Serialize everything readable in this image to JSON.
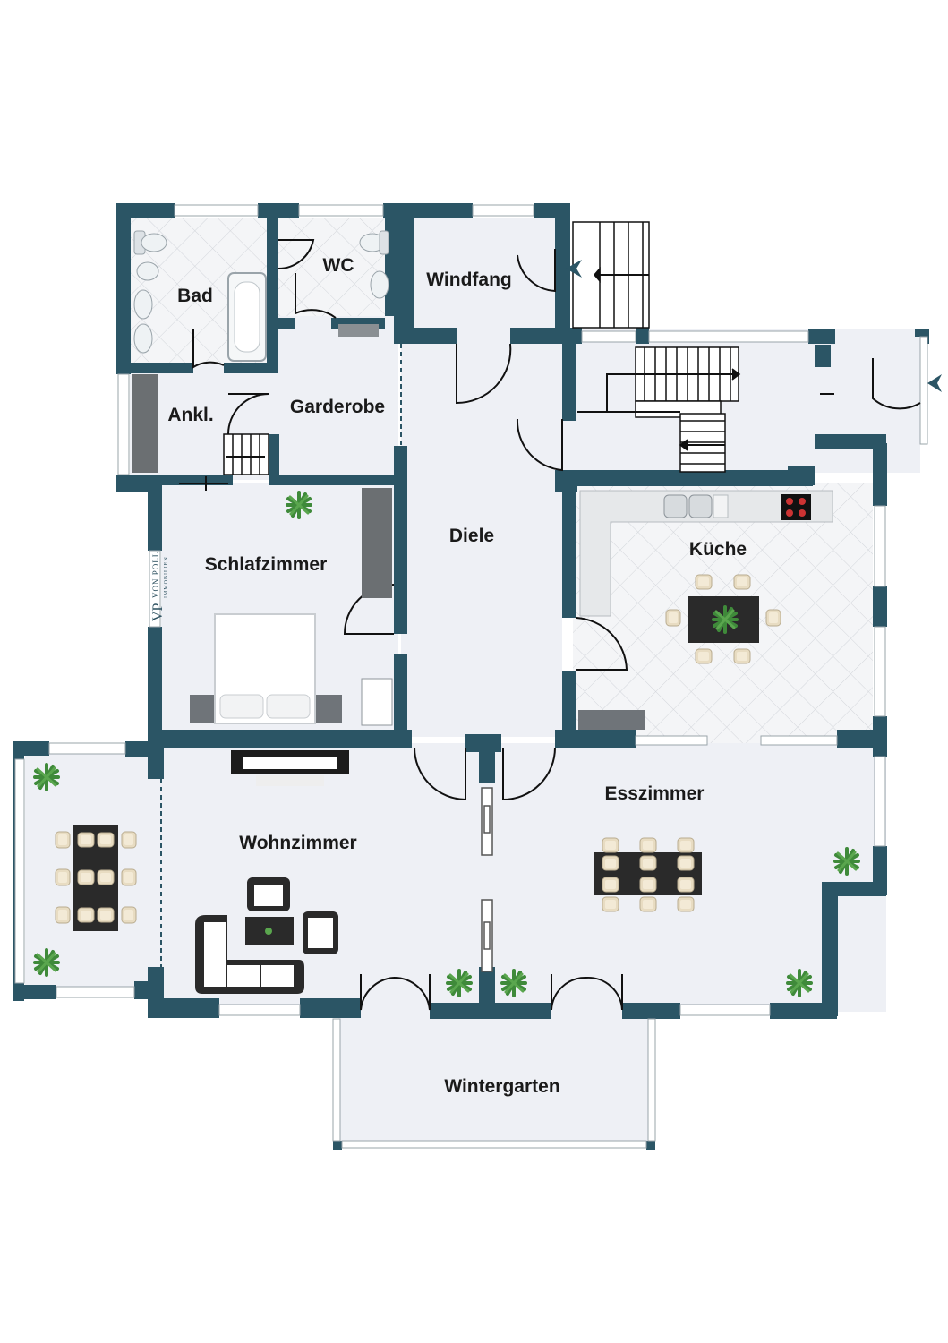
{
  "colors": {
    "wall": "#2b5565",
    "floor": "#eef0f5",
    "tile": "#f3f4f6",
    "tile_line": "#d5d7dc",
    "furniture_dark": "#2a2a2a",
    "chair": "#e9dfc8",
    "plant": "#3f8a3a",
    "window": "#ffffff"
  },
  "logo": {
    "mark": "VP",
    "text": "VON POLL",
    "subtext": "IMMOBILIEN"
  },
  "rooms": {
    "bad": "Bad",
    "wc": "WC",
    "windfang": "Windfang",
    "ankl": "Ankl.",
    "garderobe": "Garderobe",
    "schlafzimmer": "Schlafzimmer",
    "diele": "Diele",
    "kueche": "Küche",
    "esszimmer": "Esszimmer",
    "wohnzimmer": "Wohnzimmer",
    "wintergarten": "Wintergarten"
  },
  "icons": [
    "plant-icon",
    "entrance-arrow-icon",
    "stairs-icon",
    "toilet-icon",
    "sink-icon",
    "bathtub-icon",
    "stove-icon",
    "bed-icon",
    "sofa-icon",
    "dining-table-icon",
    "fireplace-icon"
  ]
}
